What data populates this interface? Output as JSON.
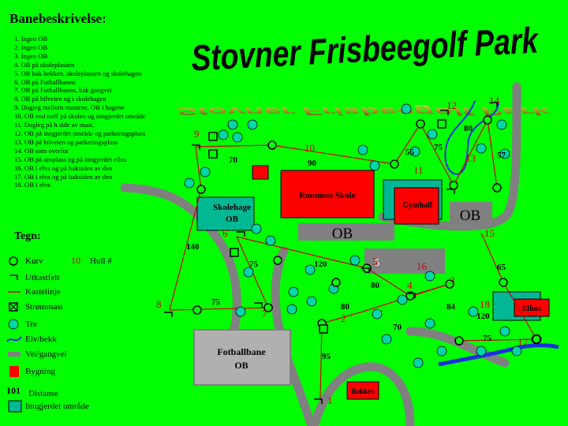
{
  "map": {
    "title": "Stovner Frisbeegolf Park",
    "description_heading": "Banebeskrivelse:",
    "holes": [
      "1. Ingen OB",
      "2. Ingen OB",
      "3. Ingen OB",
      "4. OB på skoleplassen",
      "5. OB bak bekken, skoleplassen og skolehagen",
      "6. OB på Fotballbanen",
      "7. OB på Fotballbanen, bak gangvei",
      "8. OB på bilveien og i skolehagen",
      "9. Dogleg mellom mastene, OB i hagene",
      "10. OB ved treff på skolen og inngjerdet område",
      "11. Dogleg på h side av mast.",
      "12. OB på inngjerdet område og parkeringsplass",
      "13. OB på bilveien og parkeringsplass",
      "14. OB som overfor",
      "15. OB på ansplass og på inngjerdet ellus",
      "16. OB i elva og på baksiden av den",
      "17. OB i elva og på baksiden av den",
      "18. OB i elva"
    ],
    "legend": {
      "heading": "Tegn:",
      "items": [
        {
          "key": "basket",
          "label": "Kurv",
          "icon": "basket-icon"
        },
        {
          "key": "tee",
          "label": "Utkastfelt",
          "icon": "tee-icon"
        },
        {
          "key": "fairway",
          "label": "Kastelinje",
          "icon": "fairway-line-icon"
        },
        {
          "key": "mast",
          "label": "Strømmast",
          "icon": "power-mast-icon"
        },
        {
          "key": "tree",
          "label": "Tre",
          "icon": "tree-icon"
        },
        {
          "key": "creek",
          "label": "Elv/bekk",
          "icon": "creek-icon"
        },
        {
          "key": "road",
          "label": "Vei/gangvei",
          "icon": "road-icon"
        },
        {
          "key": "building",
          "label": "Bygning",
          "icon": "building-icon"
        },
        {
          "key": "distance",
          "label": "Distanse",
          "number": "101"
        },
        {
          "key": "fenced",
          "label": "Inngjerdet område",
          "icon": "fenced-area-icon"
        }
      ],
      "hole_number_example": {
        "number": "10",
        "label": "Hull #"
      }
    },
    "areas": {
      "school": "Rommen Skole",
      "gym": "Gymhall",
      "garden_line1": "Skolehage",
      "garden_line2": "OB",
      "field_line1": "Fotballbane",
      "field_line2": "OB",
      "ob_center": "OB",
      "ob_right": "OB",
      "lot_label": "5",
      "elhus": "Elhus",
      "bokken": "Bokken"
    },
    "hole_labels": [
      "1",
      "2",
      "3",
      "4",
      "5",
      "6",
      "7",
      "8",
      "9",
      "10",
      "11",
      "12",
      "13",
      "14",
      "15",
      "16",
      "17",
      "18"
    ],
    "distances": [
      "95",
      "80",
      "70",
      "84",
      "80",
      "120",
      "140",
      "75",
      "75",
      "70",
      "90",
      "55",
      "75",
      "80",
      "57",
      "65",
      "120",
      "75"
    ],
    "colors": {
      "grass": "#00ff00",
      "fairway": "#cc0000",
      "road": "#808080",
      "fenced": "#00b894",
      "building": "#ff0000",
      "tree": "#00d6a8",
      "creek": "#1c2fe0",
      "hole_number": "#cc0000"
    }
  }
}
